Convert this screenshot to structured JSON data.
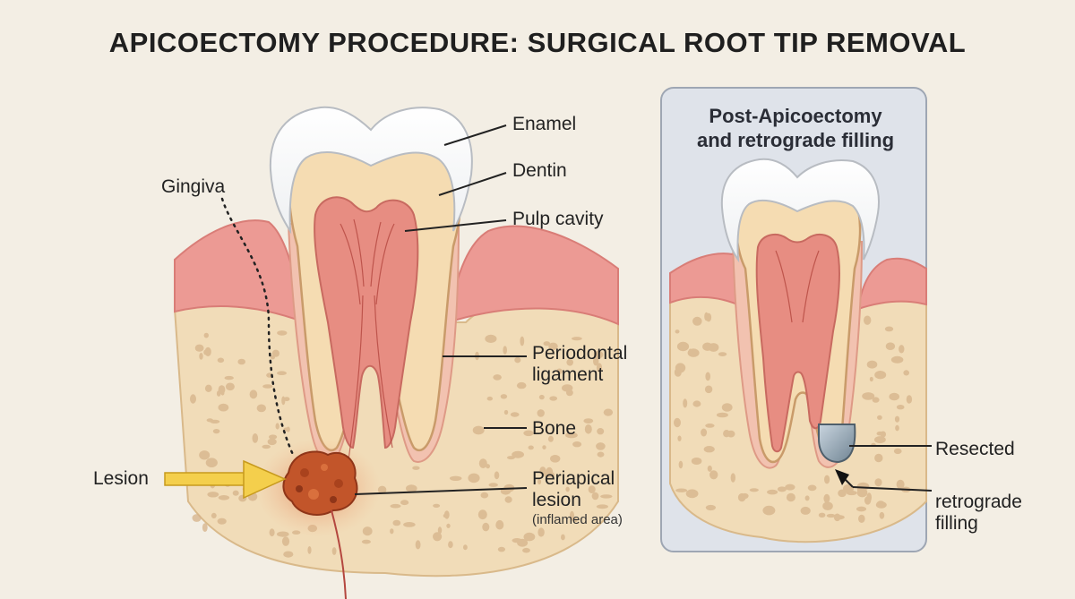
{
  "title": "APICOECTOMY PROCEDURE: SURGICAL ROOT TIP REMOVAL",
  "left_labels": {
    "enamel": "Enamel",
    "dentin": "Dentin",
    "pulp": "Pulp cavity",
    "gingiva": "Gingiva",
    "ligament_1": "Periodontal",
    "ligament_2": "ligament",
    "bone": "Bone",
    "lesion": "Lesion",
    "periapical_1": "Periapical",
    "periapical_2": "lesion",
    "periapical_note": "(inflamed area)"
  },
  "right_panel": {
    "title_1": "Post-Apicoectomy",
    "title_2": "and retrograde filling",
    "resected": "Resected",
    "retro_1": "retrograde",
    "retro_2": "filling"
  },
  "colors": {
    "background": "#f3eee4",
    "panel": "#dfe3ea",
    "gum": "#ec9a94",
    "bone": "#f1dcb8",
    "enamel": "#ffffff",
    "dentin": "#f5dcb2",
    "pulp": "#e78d82",
    "lesion": "#c2552a",
    "arrow": "#f4cf4c",
    "filling": "#8ea0ad"
  }
}
